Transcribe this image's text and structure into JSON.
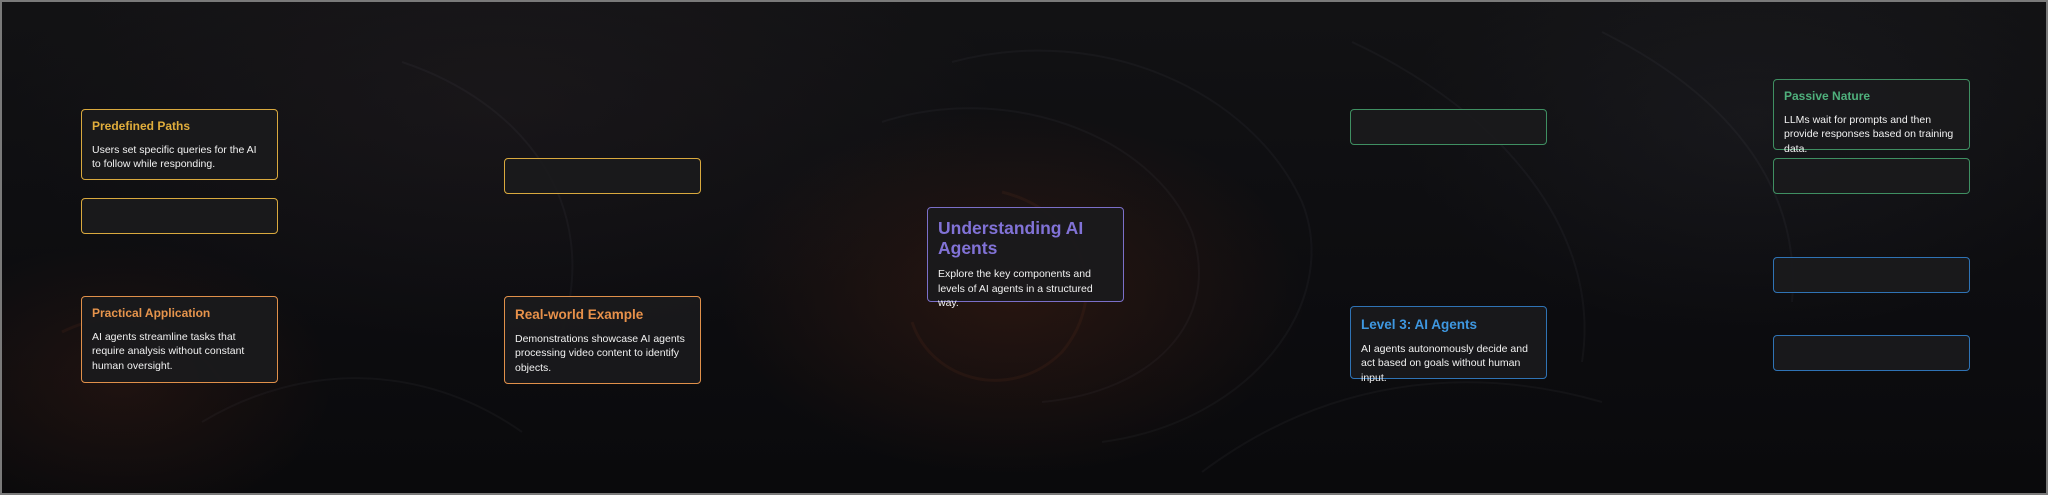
{
  "center": {
    "title": "Understanding AI Agents",
    "desc": "Explore the key components and levels of AI agents in a structured way."
  },
  "cards": {
    "predefined_paths": {
      "title": "Predefined Paths",
      "desc": "Users set specific queries for the AI to follow while responding."
    },
    "practical_application": {
      "title": "Practical Application",
      "desc": "AI agents streamline tasks that require analysis without constant human oversight."
    },
    "real_world_example": {
      "title": "Real-world Example",
      "desc": "Demonstrations showcase AI agents processing video content to identify objects."
    },
    "level3": {
      "title": "Level 3: AI Agents",
      "desc": "AI agents autonomously decide and act based on goals without human input."
    },
    "passive_nature": {
      "title": "Passive Nature",
      "desc": "LLMs wait for prompts and then provide responses based on training data."
    }
  },
  "colors": {
    "yellow": "#d9a93e",
    "orange": "#e0904a",
    "purple": "#7b6fc9",
    "green": "#3f8f62",
    "green_title": "#4fb07c",
    "blue": "#2f73b5",
    "blue_title": "#3e97e0",
    "background": "#0d0d10"
  }
}
